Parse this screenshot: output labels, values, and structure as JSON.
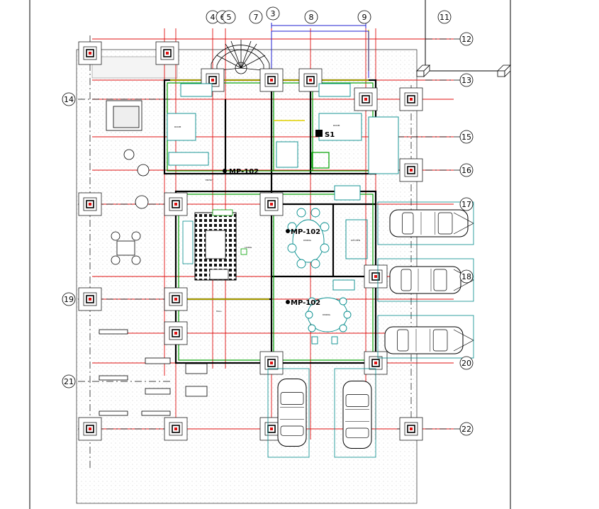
{
  "grid": {
    "top_labels": [
      "3",
      "4",
      "6",
      "5",
      "7",
      "8",
      "9",
      "11"
    ],
    "right_labels": [
      "12",
      "13",
      "15",
      "16",
      "17",
      "18",
      "20",
      "22"
    ],
    "left_labels": [
      "14",
      "19",
      "21"
    ]
  },
  "section_tags": [
    "MP-102",
    "MP-102",
    "MP-102",
    "MP-102"
  ],
  "stair_tag": "S1",
  "colors": {
    "grid_red": "#e01010",
    "wall_green": "#00a000",
    "bubble": "#000000",
    "column": "#000000",
    "hatch": "#cccccc",
    "cyan": "#008b8b",
    "blue": "#2020d0",
    "yellow": "#e0d000"
  }
}
